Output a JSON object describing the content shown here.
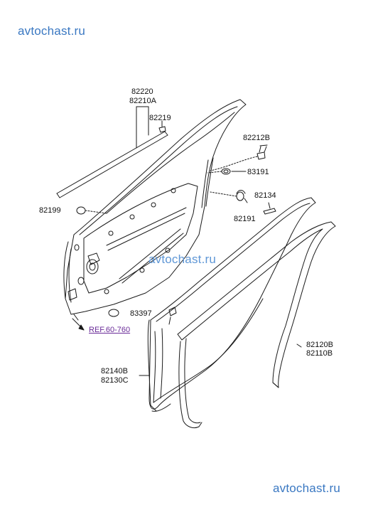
{
  "watermarks": {
    "top": "avtochast.ru",
    "middle": "avtochast.ru",
    "bottom": "avtochast.ru"
  },
  "parts": {
    "p82220": "82220",
    "p82210A": "82210A",
    "p82219": "82219",
    "p82212B": "82212B",
    "p83191": "83191",
    "p82134": "82134",
    "p82191": "82191",
    "p82199": "82199",
    "p83397": "83397",
    "p82140B": "82140B",
    "p82130C": "82130C",
    "p82120B": "82120B",
    "p82110B": "82110B"
  },
  "reference": {
    "label": "REF.60-760"
  },
  "colors": {
    "line": "#1a1a1a",
    "watermark": "#3a78c2",
    "reference": "#6a2b98"
  }
}
